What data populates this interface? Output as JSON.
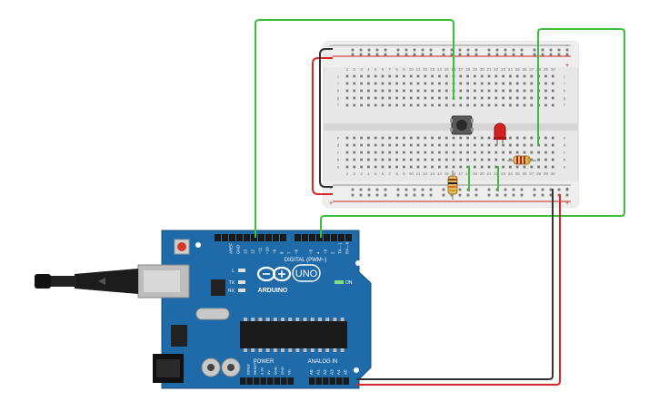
{
  "breadboard": {
    "columns": [
      "1",
      "2",
      "3",
      "4",
      "5",
      "6",
      "7",
      "8",
      "9",
      "10",
      "11",
      "12",
      "13",
      "14",
      "15",
      "16",
      "17",
      "18",
      "19",
      "20",
      "21",
      "22",
      "23",
      "24",
      "25",
      "26",
      "27",
      "28",
      "29",
      "30"
    ],
    "rows_top": [
      "j",
      "i",
      "h",
      "g",
      "f"
    ],
    "rows_bottom": [
      "e",
      "d",
      "c",
      "b",
      "a"
    ],
    "rail_minus": "−",
    "rail_plus": "+"
  },
  "arduino": {
    "model_text": "UNO",
    "brand_text": "ARDUINO",
    "digital_header_label": "DIGITAL (PWM~)",
    "power_label": "POWER",
    "analog_label": "ANALOG IN",
    "on_label": "ON",
    "led_labels": [
      "L",
      "TX",
      "RX"
    ],
    "top_pin_labels": [
      "AREF",
      "GND",
      "13",
      "12",
      "~11",
      "~10",
      "~9",
      "8",
      "7",
      "~6",
      "~5",
      "4",
      "~3",
      "2",
      "TX→1",
      "RX←0"
    ],
    "power_pin_labels": [
      "IOREF",
      "RESET",
      "3.3V",
      "5V",
      "GND",
      "GND",
      "Vin"
    ],
    "analog_pin_labels": [
      "A0",
      "A1",
      "A2",
      "A3",
      "A4",
      "A5"
    ]
  },
  "colors": {
    "wire_green": "#3cbf3c",
    "wire_red": "#d92626",
    "wire_black": "#333333",
    "board_blue": "#1f6aa8",
    "breadboard": "#e6e6e6"
  }
}
